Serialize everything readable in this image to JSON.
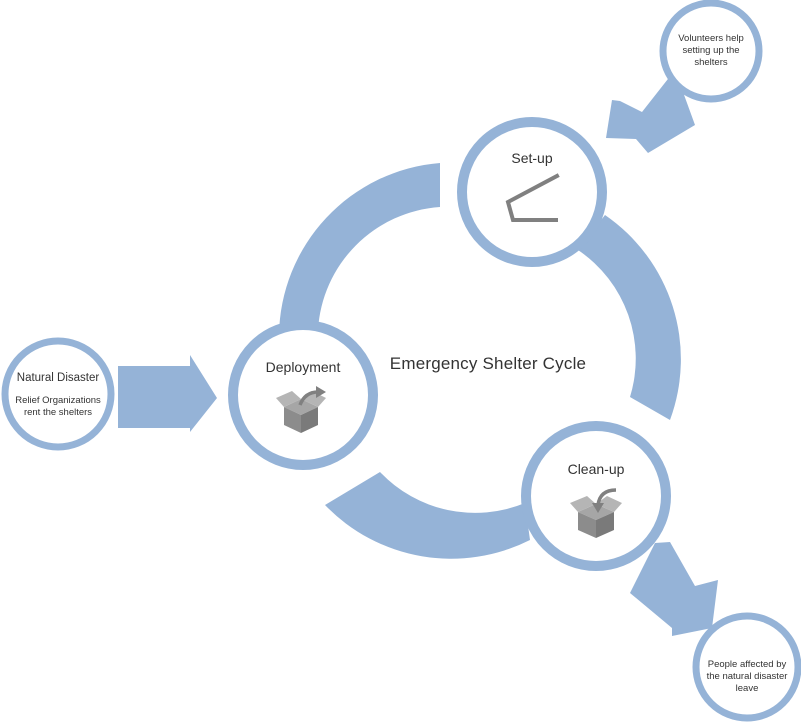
{
  "title": "Emergency Shelter Cycle",
  "nodes": {
    "setup": {
      "label": "Set-up"
    },
    "deployment": {
      "label": "Deployment"
    },
    "cleanup": {
      "label": "Clean-up"
    }
  },
  "inputs": {
    "natural_disaster": {
      "title": "Natural Disaster",
      "text": "Relief Organizations rent the shelters"
    },
    "volunteers": {
      "text": "Volunteers help setting up the shelters"
    },
    "people_leave": {
      "text": "People affected by the natural disaster leave"
    }
  },
  "colors": {
    "accent": "#95b3d7",
    "icon": "#808080",
    "text": "#333333"
  },
  "icons": {
    "setup": "tent-frame-icon",
    "deployment": "box-out-icon",
    "cleanup": "box-in-icon"
  }
}
